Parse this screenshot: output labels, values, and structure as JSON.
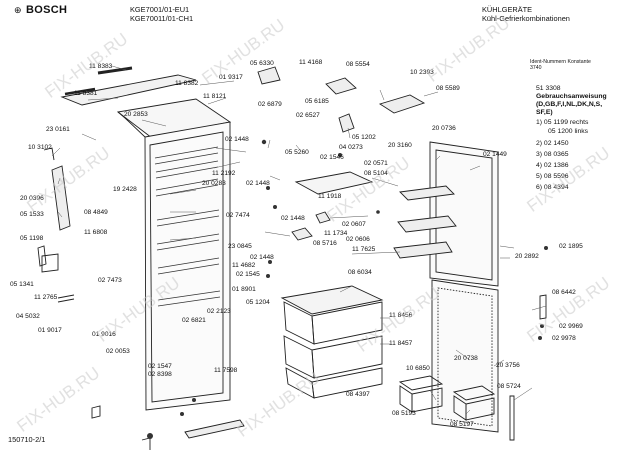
{
  "header": {
    "brand": "BOSCH",
    "models": [
      "KGE7001/01-EU1",
      "KGE70011/01-CH1"
    ],
    "category": "KÜHLGERÄTE",
    "subcategory": "Kühl-Gefrierkombinationen",
    "ident_label": "Ident-Nummern Konstante",
    "ident_value": "3740"
  },
  "instructions": {
    "part": "51 3308",
    "title": "Gebrauchsanweisung",
    "languages": "(D,GB,F,I,NL,DK,N,S,",
    "languages2": "SF,E)",
    "items": [
      "1) 05 1199 rechts",
      "05 1200 links",
      "2) 02 1450",
      "3) 08 0365",
      "4) 02 1386",
      "5) 08 5596",
      "6) 08 4394"
    ]
  },
  "footer": {
    "sheet_id": "150710-2/1"
  },
  "watermark": "FIX-HUB.RU",
  "parts": [
    "11 8383",
    "11 8382",
    "11 8121",
    "11 8381",
    "20 2853",
    "23 0161",
    "10 3102",
    "20 0396",
    "05 1533",
    "05 1198",
    "05 1341",
    "11 2765",
    "04 5032",
    "01 9017",
    "01 9016",
    "02 0053",
    "02 1547",
    "02 8398",
    "11 7598",
    "02 6821",
    "02 2123",
    "05 1204",
    "01 8901",
    "02 1545",
    "11 4682",
    "23 0845",
    "11 6808",
    "08 4849",
    "19 2428",
    "20 0283",
    "11 2192",
    "02 1448",
    "02 1448",
    "02 1448",
    "02 1448",
    "02 7474",
    "02 7473",
    "05 6330",
    "01 9317",
    "02 6879",
    "11 4168",
    "08 5554",
    "05 6185",
    "02 6527",
    "05 1202",
    "05 5260",
    "02 1546",
    "04 0273",
    "10 2393",
    "08 5589",
    "20 3160",
    "20 0736",
    "02 1449",
    "02 0571",
    "08 5104",
    "11 1918",
    "02 0607",
    "11 1734",
    "08 5716",
    "02 0606",
    "11 7625",
    "08 6034",
    "11 8456",
    "11 8457",
    "20 0738",
    "10 6850",
    "08 4397",
    "08 5193",
    "08 5197",
    "20 3756",
    "08 5724",
    "02 1895",
    "20 2892",
    "08 6442",
    "02 9969",
    "02 9978"
  ]
}
